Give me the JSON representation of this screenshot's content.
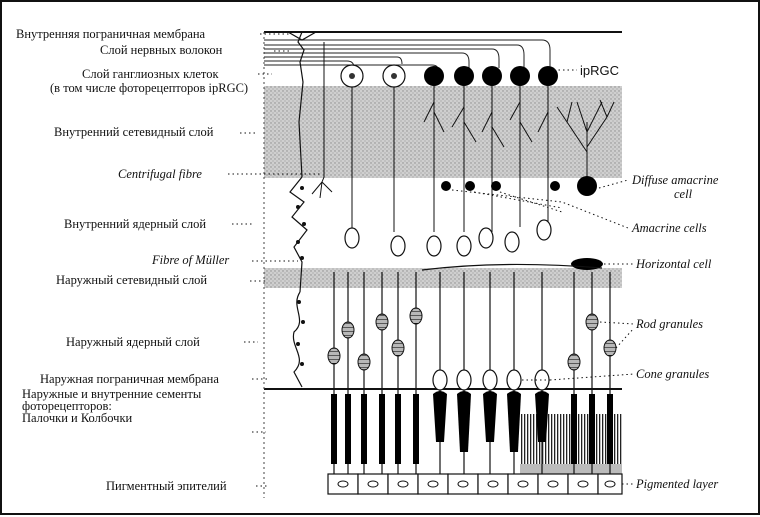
{
  "left_labels": {
    "inner_limiting_membrane": "Внутренняя пограничная мембрана",
    "nerve_fiber_layer": "Слой нервных волокон",
    "ganglion_cell_layer_1": "Слой ганглиозных клеток",
    "ganglion_cell_layer_2": "(в том числе фоторецепторов ipRGC)",
    "inner_plexiform_layer": "Внутренний сетевидный слой",
    "centrifugal_fibre": "Centrifugal fibre",
    "inner_nuclear_layer": "Внутренний ядерный слой",
    "fibre_of_muller": "Fibre of Müller",
    "outer_plexiform_layer": "Наружный сетевидный слой",
    "outer_nuclear_layer": "Наружный ядерный слой",
    "outer_limiting_membrane": "Наружная пограничная мембрана",
    "segments_1": "Наружные и внутренние сементы",
    "segments_2": "фоторецепторов:",
    "segments_3": "Палочки и Колбочки",
    "pigment_epithelium": "Пигментный эпителий"
  },
  "right_labels": {
    "iprgc": "ipRGC",
    "diffuse_amacrine_1": "Diffuse amacrine",
    "diffuse_amacrine_2": "cell",
    "amacrine_cells": "Amacrine cells",
    "horizontal_cell": "Horizontal cell",
    "rod_granules": "Rod granules",
    "cone_granules": "Cone granules",
    "pigmented_layer": "Pigmented layer"
  }
}
